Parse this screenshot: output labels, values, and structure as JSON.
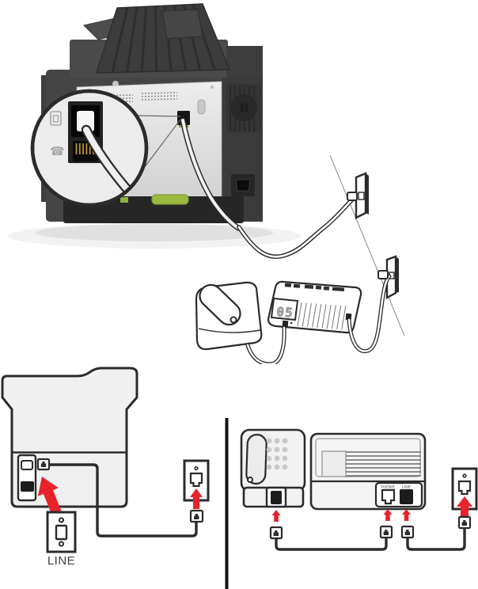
{
  "labels": {
    "wall_plate": "LINE",
    "am_phone_port": "PHONE",
    "am_line_port": "LINE",
    "am_display": "05"
  },
  "icons": {
    "phone_glyph": "☎"
  },
  "colors": {
    "arrow_red": "#e8222b",
    "ink": "#2b2b2b",
    "printer_body_dark": "#454545",
    "back_panel_gray": "#e2e2e2",
    "green_handle": "#9cba40",
    "diagram_fill_light": "#f0f0f0"
  }
}
